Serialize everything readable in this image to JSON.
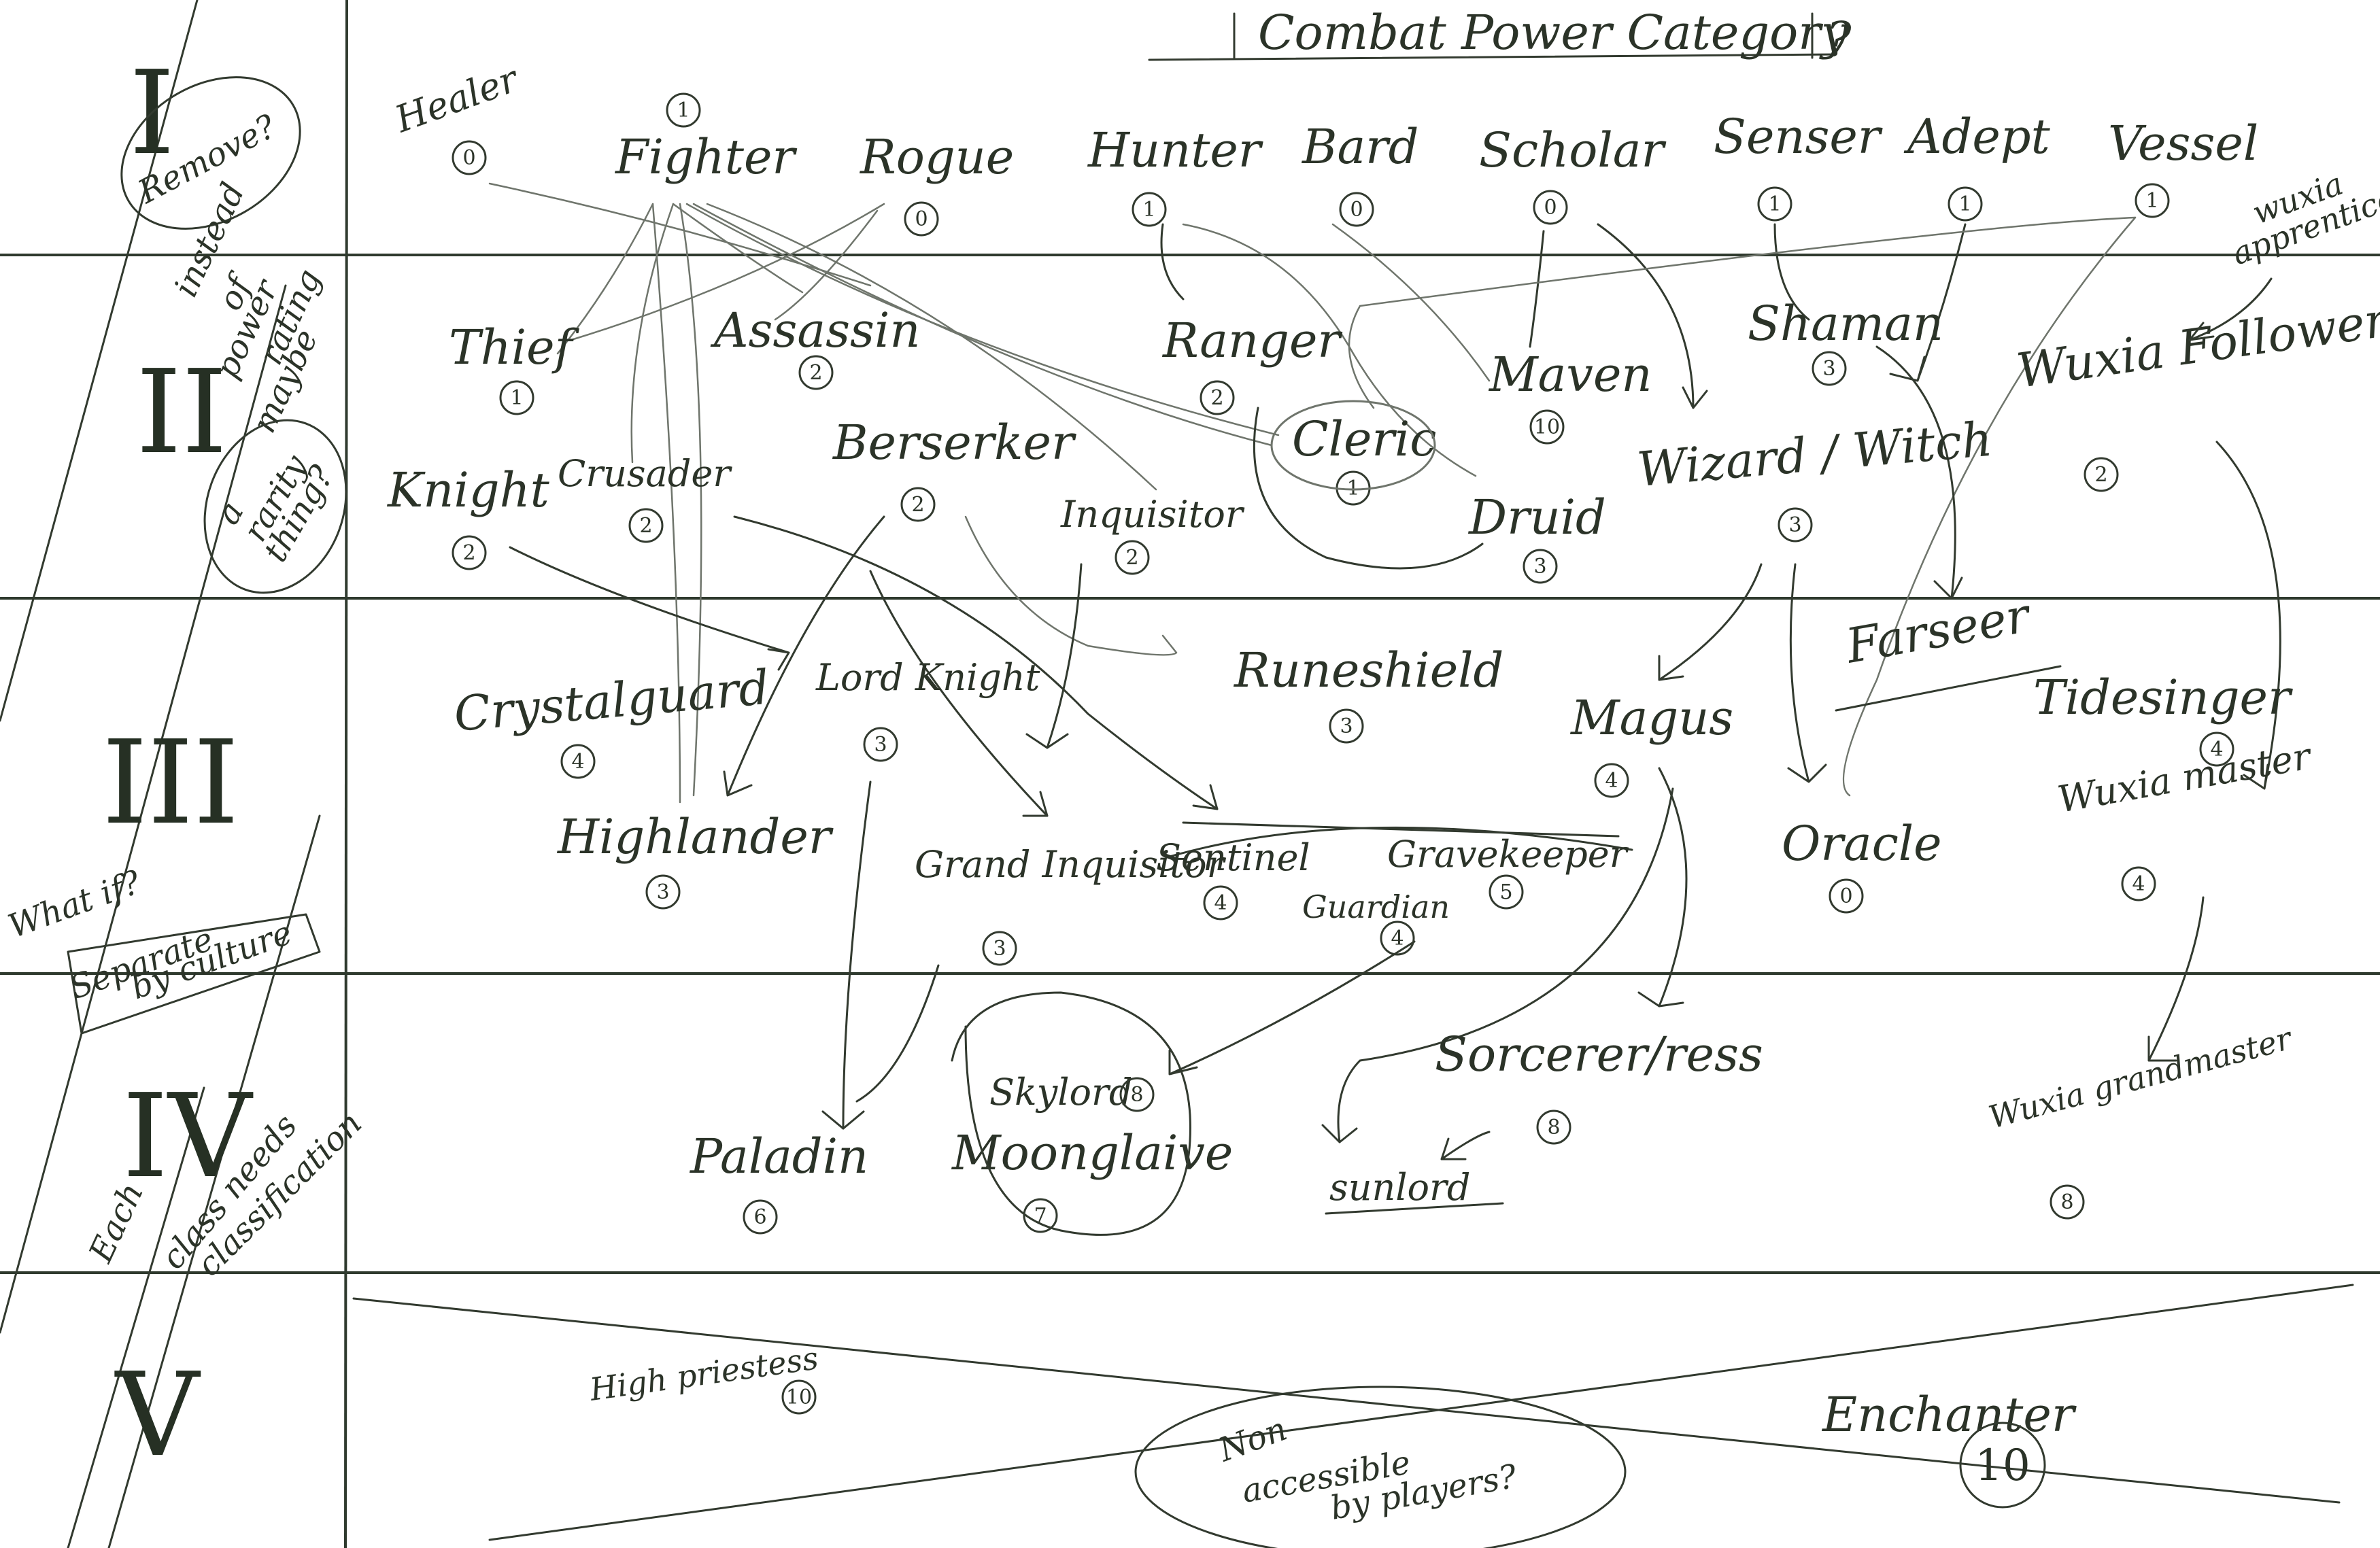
{
  "header": {
    "title": "Combat Power Category",
    "mark": "?"
  },
  "tiers": [
    {
      "label": "I"
    },
    {
      "label": "II"
    },
    {
      "label": "III"
    },
    {
      "label": "IV"
    },
    {
      "label": "V"
    }
  ],
  "notes": {
    "remove": "Remove?",
    "instead": [
      "instead",
      "of",
      "power",
      "rating",
      "maybe"
    ],
    "rarity": [
      "a",
      "rarity",
      "thing?"
    ],
    "what_if": "What if?",
    "separate": [
      "Separate",
      "by culture"
    ],
    "classification": [
      "Each",
      "class needs",
      "classification"
    ],
    "non_accessible": [
      "Non",
      "accessible",
      "by players?"
    ],
    "wuxia_apprentice": [
      "wuxia",
      "apprentice"
    ]
  },
  "classes": {
    "healer": {
      "name": "Healer",
      "rank": "0"
    },
    "fighter": {
      "name": "Fighter",
      "rank": "1"
    },
    "rogue": {
      "name": "Rogue",
      "rank": "0"
    },
    "hunter": {
      "name": "Hunter",
      "rank": "1"
    },
    "bard": {
      "name": "Bard",
      "rank": "0"
    },
    "scholar": {
      "name": "Scholar",
      "rank": "0"
    },
    "senser": {
      "name": "Senser",
      "rank": "1"
    },
    "adept": {
      "name": "Adept",
      "rank": "1"
    },
    "vessel": {
      "name": "Vessel",
      "rank": "1"
    },
    "thief": {
      "name": "Thief",
      "rank": "1"
    },
    "assassin": {
      "name": "Assassin",
      "rank": "2"
    },
    "ranger": {
      "name": "Ranger",
      "rank": "2"
    },
    "maven": {
      "name": "Maven",
      "rank": "10"
    },
    "shaman": {
      "name": "Shaman",
      "rank": "3"
    },
    "wuxia_follower": {
      "name": "Wuxia Follower",
      "rank": "2"
    },
    "knight": {
      "name": "Knight",
      "rank": "2"
    },
    "crusader": {
      "name": "Crusader",
      "rank": "2"
    },
    "berserker": {
      "name": "Berserker",
      "rank": "2"
    },
    "inquisitor": {
      "name": "Inquisitor",
      "rank": "2"
    },
    "cleric": {
      "name": "Cleric",
      "rank": "1"
    },
    "druid": {
      "name": "Druid",
      "rank": "3"
    },
    "wizard_witch": {
      "name": "Wizard / Witch",
      "rank": "3"
    },
    "crystalguard": {
      "name": "Crystalguard",
      "rank": "4"
    },
    "lord_knight": {
      "name": "Lord Knight",
      "rank": "3"
    },
    "runeshield": {
      "name": "Runeshield",
      "rank": "3"
    },
    "magus": {
      "name": "Magus",
      "rank": "4"
    },
    "farseer": {
      "name": "Farseer"
    },
    "tidesinger": {
      "name": "Tidesinger",
      "rank": "4"
    },
    "highlander": {
      "name": "Highlander",
      "rank": "3"
    },
    "grand_inquisitor": {
      "name": "Grand Inquisitor",
      "rank": "3"
    },
    "sentinel": {
      "name": "Sentinel",
      "rank": "4"
    },
    "gravekeeper": {
      "name": "Gravekeeper",
      "rank": "5"
    },
    "guardian": {
      "name": "Guardian",
      "rank": "4"
    },
    "oracle": {
      "name": "Oracle",
      "rank": "0"
    },
    "wuxia_master": {
      "name": "Wuxia master",
      "rank": "4"
    },
    "skylord": {
      "name": "Skylord",
      "rank": "8"
    },
    "moonglaive": {
      "name": "Moonglaive",
      "rank": "7"
    },
    "sorcerer": {
      "name": "Sorcerer/ress",
      "rank": "8"
    },
    "sunlord": {
      "name": "sunlord"
    },
    "paladin": {
      "name": "Paladin",
      "rank": "6"
    },
    "wuxia_grandmaster": {
      "name": "Wuxia grandmaster",
      "rank": "8"
    },
    "high_priestess": {
      "name": "High priestess",
      "rank": "10"
    },
    "enchanter": {
      "name": "Enchanter",
      "rank": "10"
    }
  },
  "colors": {
    "ink": "#323a2f",
    "paper": "#ffffff"
  }
}
